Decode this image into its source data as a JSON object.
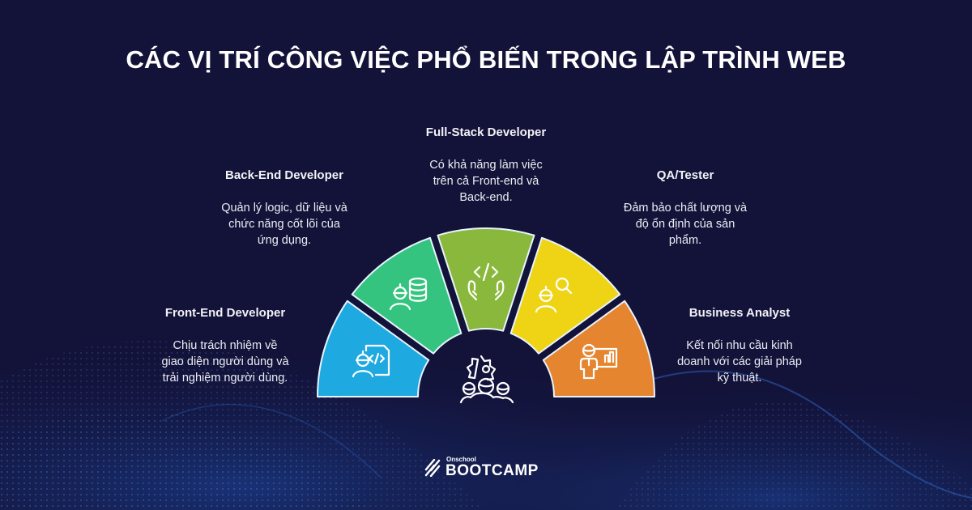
{
  "title": "CÁC VỊ TRÍ CÔNG VIỆC PHỔ BIẾN TRONG LẬP TRÌNH WEB",
  "colors": {
    "background": "#13133a",
    "front_end": "#1fa9e1",
    "back_end": "#35c47f",
    "full_stack": "#8ab83c",
    "qa_tester": "#efd416",
    "business_analyst": "#e5852f",
    "segment_border": "#e8f4ff"
  },
  "roles": [
    {
      "id": "front-end",
      "title": "Front-End Developer",
      "description_lines": [
        "Chịu trách nhiệm về",
        "giao diện người dùng và",
        "trải nghiệm người dùng."
      ],
      "icon": "developer-code-icon"
    },
    {
      "id": "back-end",
      "title": "Back-End Developer",
      "description_lines": [
        "Quản lý logic, dữ liệu và",
        "chức năng cốt lõi của",
        "ứng dụng."
      ],
      "icon": "developer-database-icon"
    },
    {
      "id": "full-stack",
      "title": "Full-Stack Developer",
      "description_lines": [
        "Có khả năng làm việc",
        "trên cả Front-end và",
        "Back-end."
      ],
      "icon": "hands-code-icon"
    },
    {
      "id": "qa-tester",
      "title": "QA/Tester",
      "description_lines": [
        "Đảm bảo chất lượng và",
        "độ ổn định của sản",
        "phẩm."
      ],
      "icon": "tester-magnifier-icon"
    },
    {
      "id": "business-analyst",
      "title": "Business Analyst",
      "description_lines": [
        "Kết nối nhu cầu kinh",
        "doanh với các giải pháp",
        "kỹ thuật."
      ],
      "icon": "analyst-presentation-icon"
    }
  ],
  "center_icon": "team-gear-icon",
  "logo": {
    "small": "Onschool",
    "big": "BOOTCAMP"
  }
}
